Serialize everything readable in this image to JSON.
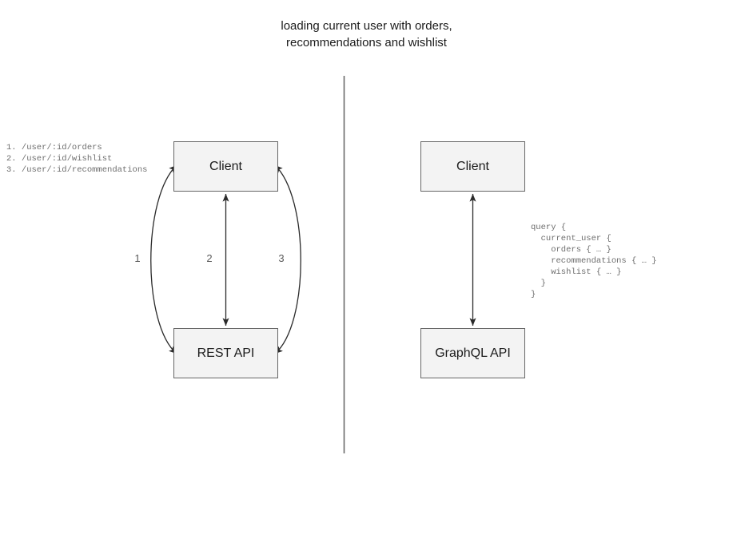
{
  "title": "loading current user with orders,\nrecommendations and wishlist",
  "rest_side": {
    "client_label": "Client",
    "api_label": "REST API",
    "endpoints": "1. /user/:id/orders\n2. /user/:id/wishlist\n3. /user/:id/recommendations",
    "edge_labels": [
      "1",
      "2",
      "3"
    ]
  },
  "graphql_side": {
    "client_label": "Client",
    "api_label": "GraphQL API",
    "query": "query {\n  current_user {\n    orders { … }\n    recommendations { … }\n    wishlist { … }\n  }\n}"
  },
  "colors": {
    "node_fill": "#f3f3f3",
    "node_border": "#666666",
    "edge_stroke": "#2b2b2b",
    "divider": "#6b6b6b",
    "code_text": "#6e6e6e",
    "label_text": "#5a5a5a",
    "background": "#ffffff"
  }
}
